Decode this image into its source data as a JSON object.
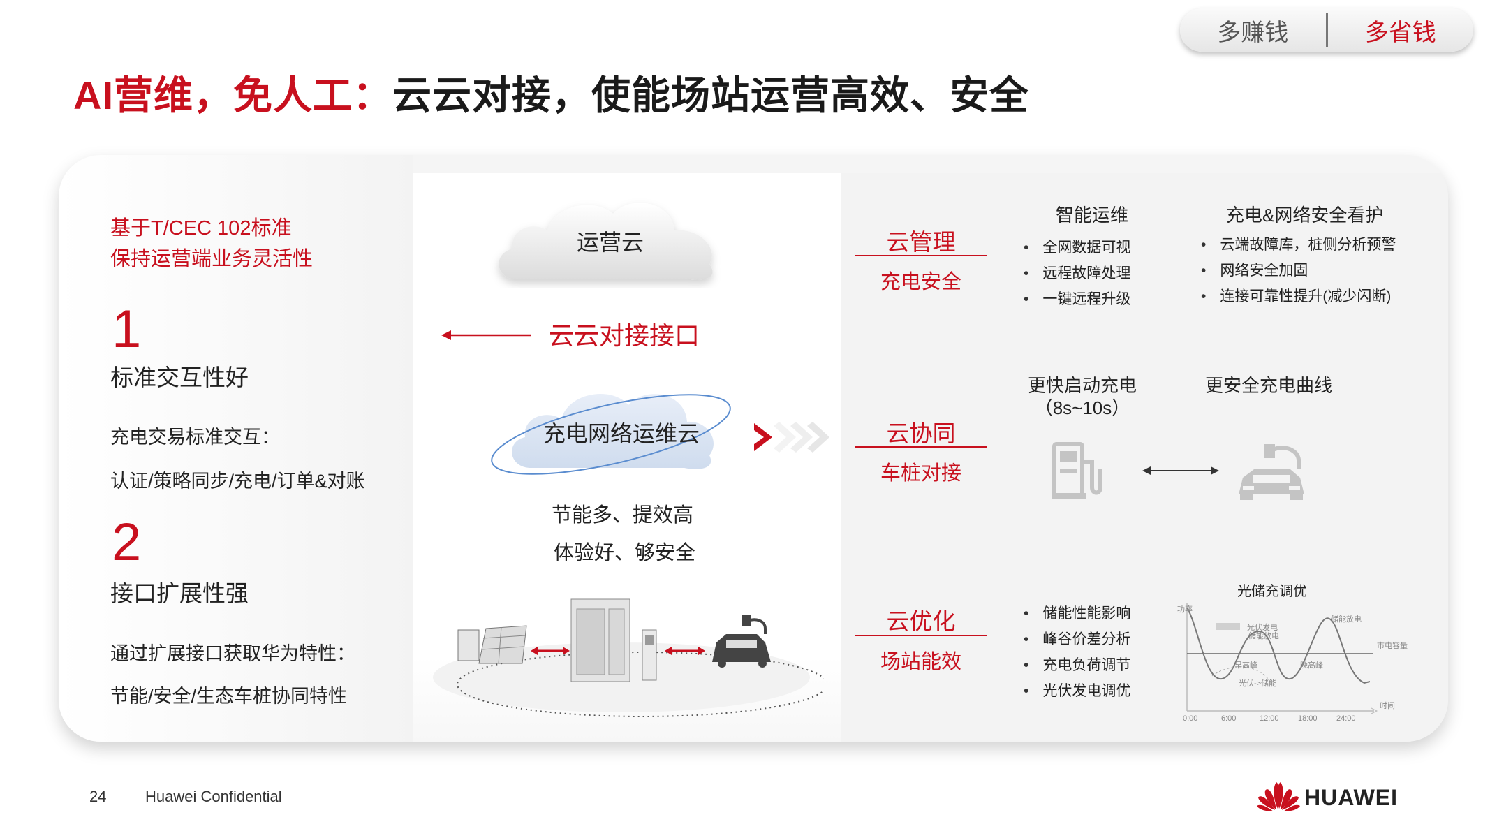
{
  "toggle": {
    "left_label": "多赚钱",
    "right_label": "多省钱"
  },
  "title": {
    "red_part": "AI营维，免人工：",
    "black_part": "云云对接，使能场站运营高效、安全"
  },
  "left": {
    "intro_line1": "基于T/CEC 102标准",
    "intro_line2": "保持运营端业务灵活性",
    "item1": {
      "number": "1",
      "heading": "标准交互性好",
      "line1": "充电交易标准交互：",
      "line2": "认证/策略同步/充电/订单&对账"
    },
    "item2": {
      "number": "2",
      "heading": "接口扩展性强",
      "line1": "通过扩展接口获取华为特性：",
      "line2": "节能/安全/生态车桩协同特性"
    }
  },
  "middle": {
    "cloud_top": "运营云",
    "interface_label": "云云对接接口",
    "cloud_main": "充电网络运维云",
    "benefit1": "节能多、提效高",
    "benefit2": "体验好、够安全"
  },
  "right": {
    "rows": [
      {
        "title": "云管理",
        "subtitle": "充电安全"
      },
      {
        "title": "云协同",
        "subtitle": "车桩对接"
      },
      {
        "title": "云优化",
        "subtitle": "场站能效"
      }
    ],
    "row1": {
      "col1_head": "智能运维",
      "col1_items": [
        "全网数据可视",
        "远程故障处理",
        "一键远程升级"
      ],
      "col2_head": "充电&网络安全看护",
      "col2_items": [
        "云端故障库，桩侧分析预警",
        "网络安全加固",
        "连接可靠性提升(减少闪断)"
      ]
    },
    "row2": {
      "feature1_line1": "更快启动充电",
      "feature1_line2": "（8s~10s）",
      "feature2": "更安全充电曲线"
    },
    "row3": {
      "items": [
        "储能性能影响",
        "峰谷价差分析",
        "充电负荷调节",
        "光伏发电调优"
      ],
      "chart_title": "光储充调优",
      "y_axis": "功率",
      "x_axis": "时间",
      "x_ticks": [
        "0:00",
        "6:00",
        "12:00",
        "18:00",
        "24:00"
      ],
      "label_grid": "市电容量",
      "label_pv_gen": "光伏发电",
      "label_storage_dis": "储能放电",
      "label_storage_dis2": "储能放电",
      "label_morning_peak": "早高峰",
      "label_evening_peak": "晚高峰",
      "label_pv_to_storage": "光伏->储能"
    }
  },
  "footer": {
    "page": "24",
    "confidential": "Huawei Confidential",
    "brand": "HUAWEI"
  },
  "colors": {
    "accent": "#c8101e",
    "text": "#222222",
    "card_bg": "#f5f5f5"
  }
}
